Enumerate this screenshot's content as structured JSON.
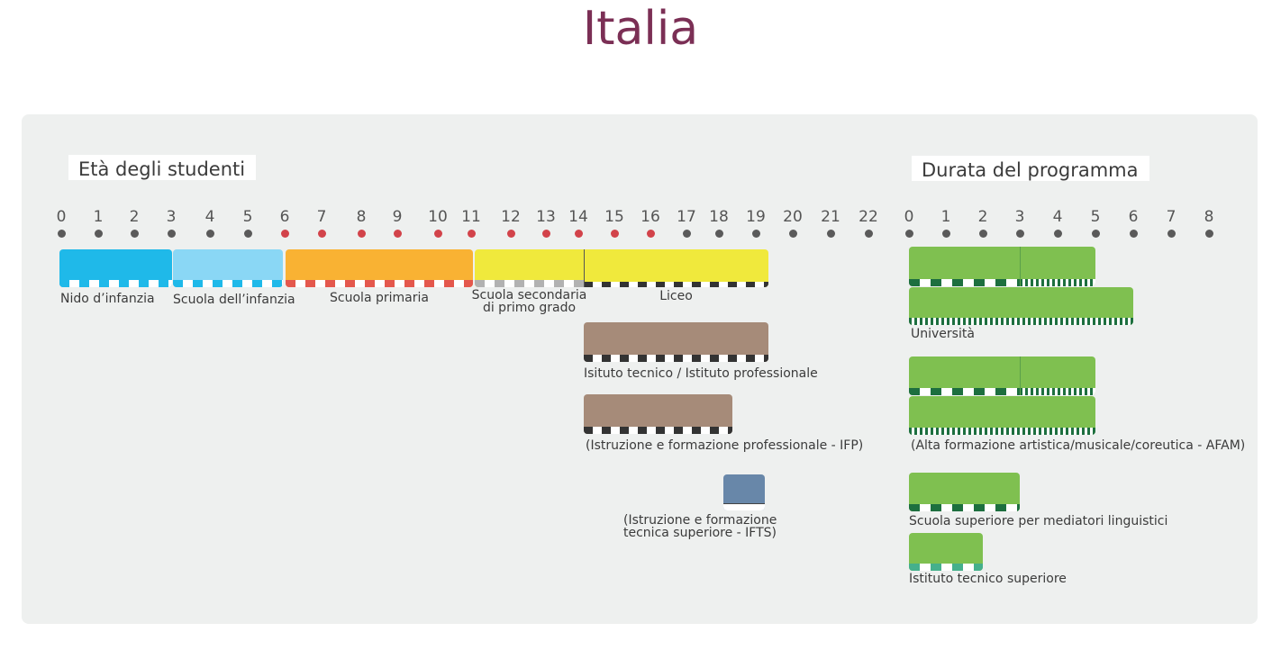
{
  "title": "Italia",
  "headers": {
    "age": "Età degli studenti",
    "duration": "Durata del programma"
  },
  "age_ticks": [
    "0",
    "1",
    "2",
    "3",
    "4",
    "5",
    "6",
    "7",
    "8",
    "9",
    "10",
    "11",
    "12",
    "13",
    "14",
    "15",
    "16",
    "17",
    "18",
    "19",
    "20",
    "21",
    "22"
  ],
  "duration_ticks": [
    "0",
    "1",
    "2",
    "3",
    "4",
    "5",
    "6",
    "7",
    "8"
  ],
  "compulsory_age_range": [
    6,
    16
  ],
  "colors": {
    "title": "#7b2f55",
    "nido": "#1fb9e9",
    "infanzia": "#8ad7f5",
    "primaria": "#f9b233",
    "secondaria": "#f0e93c",
    "tecnico": "#a68b79",
    "ifts": "#6887a9",
    "university": "#7fc050",
    "dot_normal": "#5a5a5a",
    "dot_compulsory": "#d2434a"
  },
  "age_programs": [
    {
      "key": "nido",
      "label": "Nido d’infanzia",
      "from": 0,
      "to": 3,
      "color": "#1fb9e9",
      "strip": "#1fb9e9"
    },
    {
      "key": "infanzia",
      "label": "Scuola dell’infanzia",
      "from": 3,
      "to": 6,
      "color": "#8ad7f5",
      "strip": "#1fb9e9"
    },
    {
      "key": "primaria",
      "label": "Scuola primaria",
      "from": 6,
      "to": 11,
      "color": "#f9b233",
      "strip": "#e4584d"
    },
    {
      "key": "secondaria1",
      "label": "Scuola secondaria\ndi primo grado",
      "from": 11,
      "to": 14,
      "color": "#f0e93c",
      "strip": "#b2b2b2"
    },
    {
      "key": "liceo",
      "label": "Liceo",
      "from": 14,
      "to": 19,
      "color": "#f0e93c",
      "strip": "#333333"
    },
    {
      "key": "tecnico",
      "label": "Isituto tecnico / Istituto professionale",
      "from": 14,
      "to": 19,
      "color": "#a68b79",
      "strip": "#333333"
    },
    {
      "key": "ifp",
      "label": "(Istruzione e formazione professionale - IFP)",
      "from": 14,
      "to": 18,
      "color": "#a68b79",
      "strip": "#333333"
    },
    {
      "key": "ifts",
      "label": "(Istruzione e formazione\ntecnica superiore - IFTS)",
      "from": 18,
      "to": 19,
      "color": "#6887a9",
      "strip": "#ffffff"
    }
  ],
  "duration_programs": [
    {
      "key": "univ1",
      "segments": [
        {
          "from": 0,
          "to": 3,
          "strip": "wide"
        },
        {
          "from": 3,
          "to": 5,
          "strip": "fine"
        }
      ]
    },
    {
      "key": "univ2",
      "label": "Università",
      "segments": [
        {
          "from": 0,
          "to": 6,
          "strip": "fine"
        }
      ]
    },
    {
      "key": "afam1",
      "segments": [
        {
          "from": 0,
          "to": 3,
          "strip": "wide"
        },
        {
          "from": 3,
          "to": 5,
          "strip": "fine"
        }
      ]
    },
    {
      "key": "afam2",
      "label": "(Alta formazione artistica/musicale/coreutica - AFAM)",
      "segments": [
        {
          "from": 0,
          "to": 5,
          "strip": "fine"
        }
      ]
    },
    {
      "key": "ssml",
      "label": "Scuola superiore per mediatori linguistici",
      "segments": [
        {
          "from": 0,
          "to": 3,
          "strip": "wide"
        }
      ]
    },
    {
      "key": "its",
      "label": "Istituto tecnico superiore",
      "segments": [
        {
          "from": 0,
          "to": 2,
          "strip": "teal"
        }
      ]
    }
  ]
}
